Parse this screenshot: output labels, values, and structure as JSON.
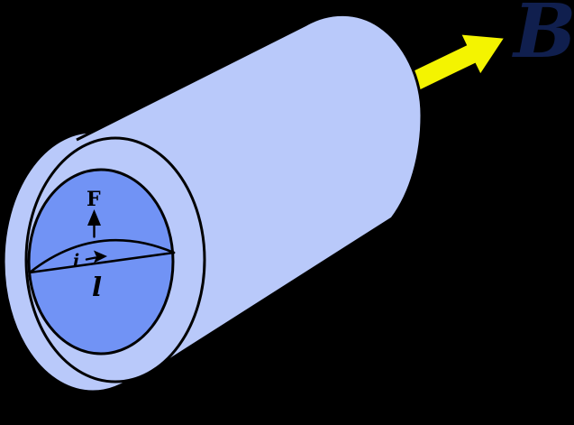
{
  "diagram": {
    "labels": {
      "magnetic_field": "B",
      "force": "F",
      "current": "i",
      "length": "l"
    },
    "colors": {
      "background": "#000000",
      "outline": "#000000",
      "tube": "#b9c9fa",
      "face": "#7193f5",
      "field_arrow": "#f4f400",
      "field_label": "#101f4e"
    }
  }
}
